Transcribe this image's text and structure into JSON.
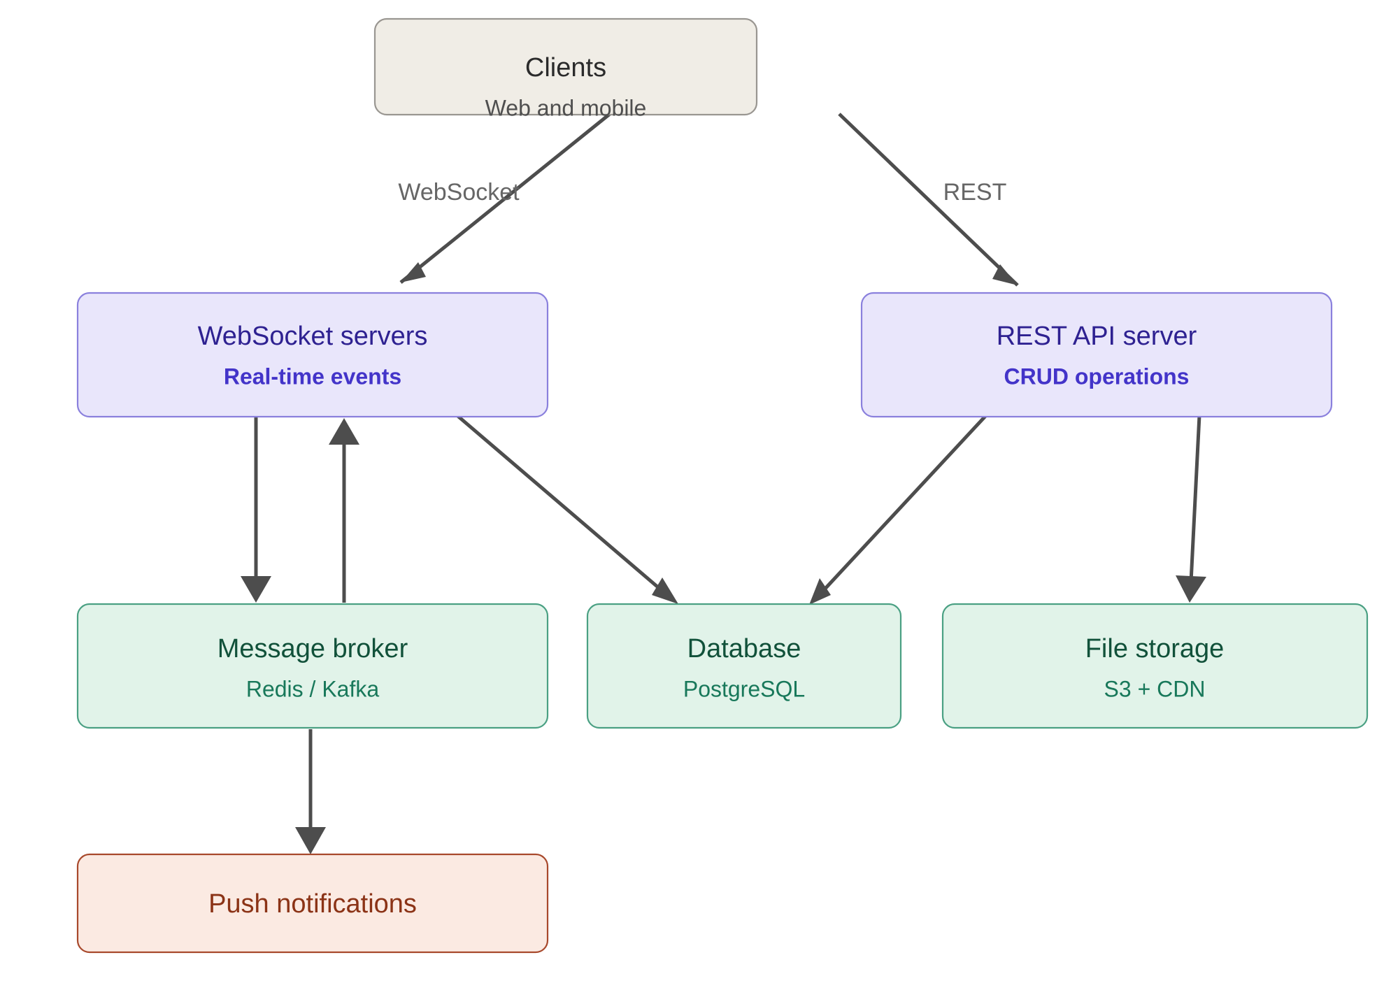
{
  "diagram": {
    "kind": "architecture-flowchart",
    "background": "#ffffff",
    "edge_color": "#4d4d4d",
    "palette": {
      "clients_fill": "#f0ede6",
      "clients_stroke": "#999691",
      "server_fill": "#e9e6fb",
      "server_stroke": "#8a80dd",
      "server_text": "#2e2191",
      "storage_fill": "#e1f3e9",
      "storage_stroke": "#4aa083",
      "storage_text": "#11513a",
      "notify_fill": "#fbeae2",
      "notify_stroke": "#a8492c",
      "notify_text": "#8b3316"
    },
    "nodes": [
      {
        "id": "clients",
        "title": "Clients",
        "subtitle": "Web and mobile"
      },
      {
        "id": "websocket-servers",
        "title": "WebSocket servers",
        "subtitle": "Real-time events"
      },
      {
        "id": "rest-api-server",
        "title": "REST API server",
        "subtitle": "CRUD operations"
      },
      {
        "id": "message-broker",
        "title": "Message broker",
        "subtitle": "Redis / Kafka"
      },
      {
        "id": "database",
        "title": "Database",
        "subtitle": "PostgreSQL"
      },
      {
        "id": "file-storage",
        "title": "File storage",
        "subtitle": "S3 + CDN"
      },
      {
        "id": "push-notifications",
        "title": "Push notifications",
        "subtitle": ""
      }
    ],
    "edges": [
      {
        "id": "clients-to-websocket",
        "from": "clients",
        "to": "websocket-servers",
        "label": "WebSocket"
      },
      {
        "id": "clients-to-rest",
        "from": "clients",
        "to": "rest-api-server",
        "label": "REST"
      },
      {
        "id": "websocket-to-broker",
        "from": "websocket-servers",
        "to": "message-broker",
        "label": ""
      },
      {
        "id": "broker-to-websocket",
        "from": "message-broker",
        "to": "websocket-servers",
        "label": ""
      },
      {
        "id": "websocket-to-database",
        "from": "websocket-servers",
        "to": "database",
        "label": ""
      },
      {
        "id": "rest-to-database",
        "from": "rest-api-server",
        "to": "database",
        "label": ""
      },
      {
        "id": "rest-to-file-storage",
        "from": "rest-api-server",
        "to": "file-storage",
        "label": ""
      },
      {
        "id": "broker-to-push",
        "from": "message-broker",
        "to": "push-notifications",
        "label": ""
      }
    ]
  }
}
